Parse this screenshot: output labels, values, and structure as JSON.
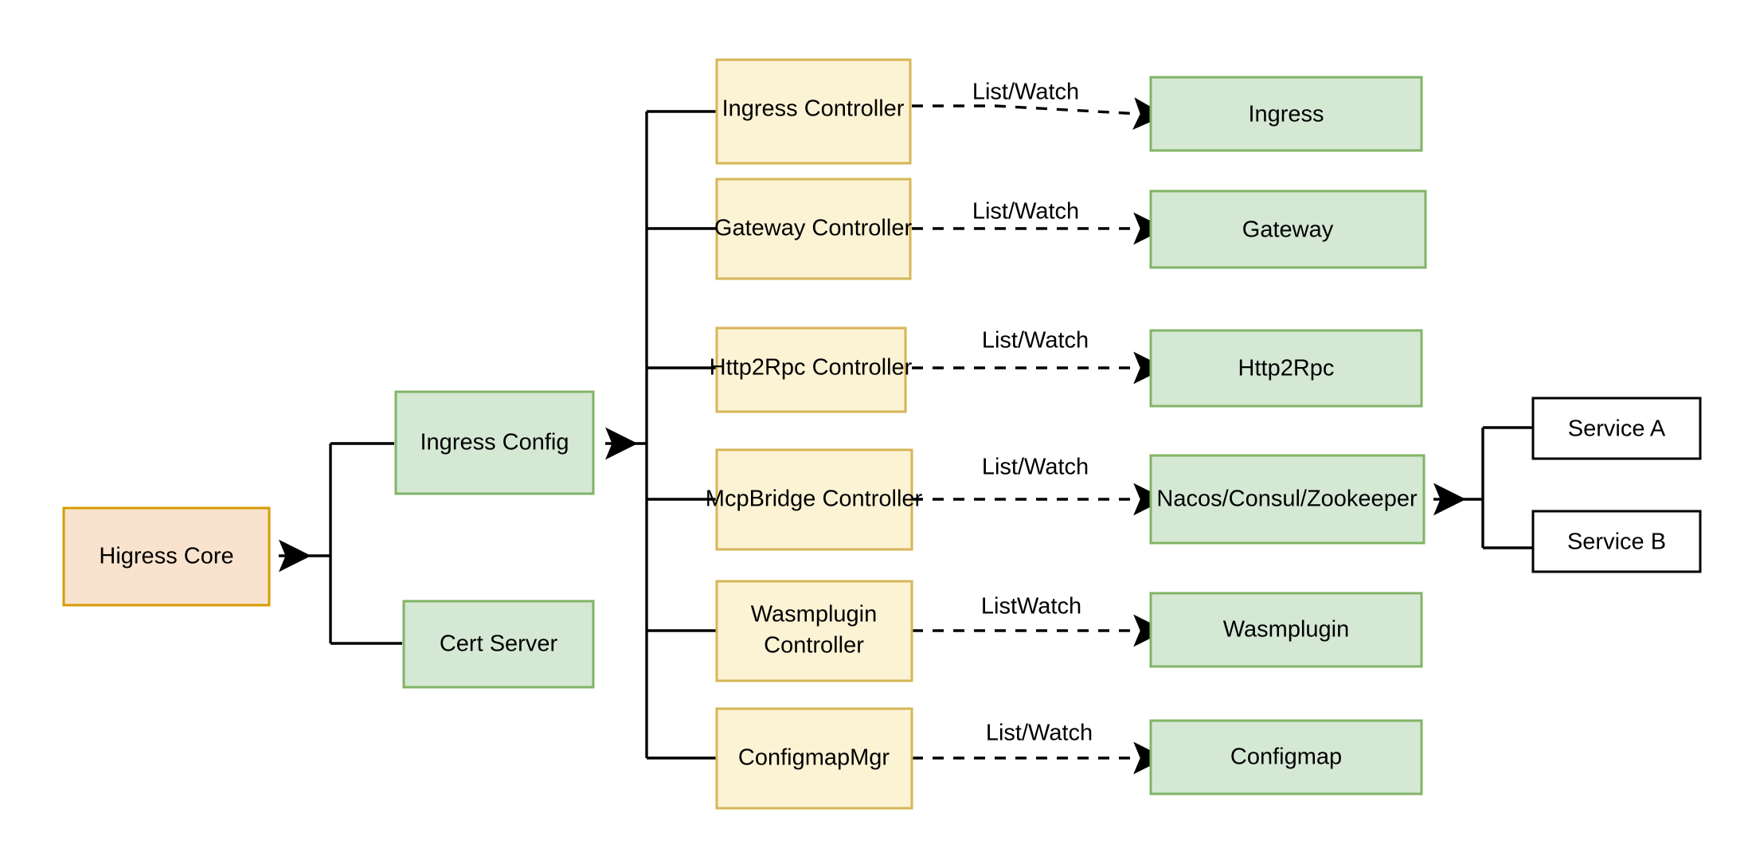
{
  "diagram": {
    "title": "Higress Core configuration pipeline",
    "background": "#ffffff",
    "palette": {
      "yellow_fill": "#FCF3D5",
      "yellow_stroke": "#D6B656",
      "green_fill": "#D5E8D4",
      "green_stroke": "#82B366",
      "orange_fill": "#FAE3CE",
      "orange_stroke": "#D79B00",
      "white_fill": "#FFFFFF",
      "black_stroke": "#000000"
    },
    "nodes": {
      "higress_core": {
        "label": "Higress Core",
        "fill": "#FAE3CE",
        "stroke": "#D79B00"
      },
      "ingress_config": {
        "label": "Ingress Config",
        "fill": "#D5E8D4",
        "stroke": "#82B366"
      },
      "cert_server": {
        "label": "Cert Server",
        "fill": "#D5E8D4",
        "stroke": "#82B366"
      },
      "service_a": {
        "label": "Service A",
        "fill": "#FFFFFF",
        "stroke": "#000000"
      },
      "service_b": {
        "label": "Service B",
        "fill": "#FFFFFF",
        "stroke": "#000000"
      }
    },
    "controllers": [
      {
        "id": "ingress-controller",
        "label": "Ingress Controller",
        "label_line2": ""
      },
      {
        "id": "gateway-controller",
        "label": "Gateway Controller",
        "label_line2": ""
      },
      {
        "id": "http2rpc-controller",
        "label": "Http2Rpc Controller",
        "label_line2": ""
      },
      {
        "id": "mcpbridge-controller",
        "label": "McpBridge Controller",
        "label_line2": ""
      },
      {
        "id": "wasmplugin-controller",
        "label": "Wasmplugin",
        "label_line2": "Controller"
      },
      {
        "id": "configmapmgr",
        "label": "ConfigmapMgr",
        "label_line2": ""
      }
    ],
    "resources": [
      {
        "id": "ingress",
        "label": "Ingress"
      },
      {
        "id": "gateway",
        "label": "Gateway"
      },
      {
        "id": "http2rpc",
        "label": "Http2Rpc"
      },
      {
        "id": "registry",
        "label": "Nacos/Consul/Zookeeper"
      },
      {
        "id": "wasmplugin",
        "label": "Wasmplugin"
      },
      {
        "id": "configmap",
        "label": "Configmap"
      }
    ],
    "edge_labels": [
      {
        "id": "edge-label-ingress",
        "text": "List/Watch"
      },
      {
        "id": "edge-label-gateway",
        "text": "List/Watch"
      },
      {
        "id": "edge-label-http2rpc",
        "text": "List/Watch"
      },
      {
        "id": "edge-label-mcpbridge",
        "text": "List/Watch"
      },
      {
        "id": "edge-label-wasmplugin",
        "text": "ListWatch"
      },
      {
        "id": "edge-label-configmap",
        "text": "List/Watch"
      }
    ]
  }
}
